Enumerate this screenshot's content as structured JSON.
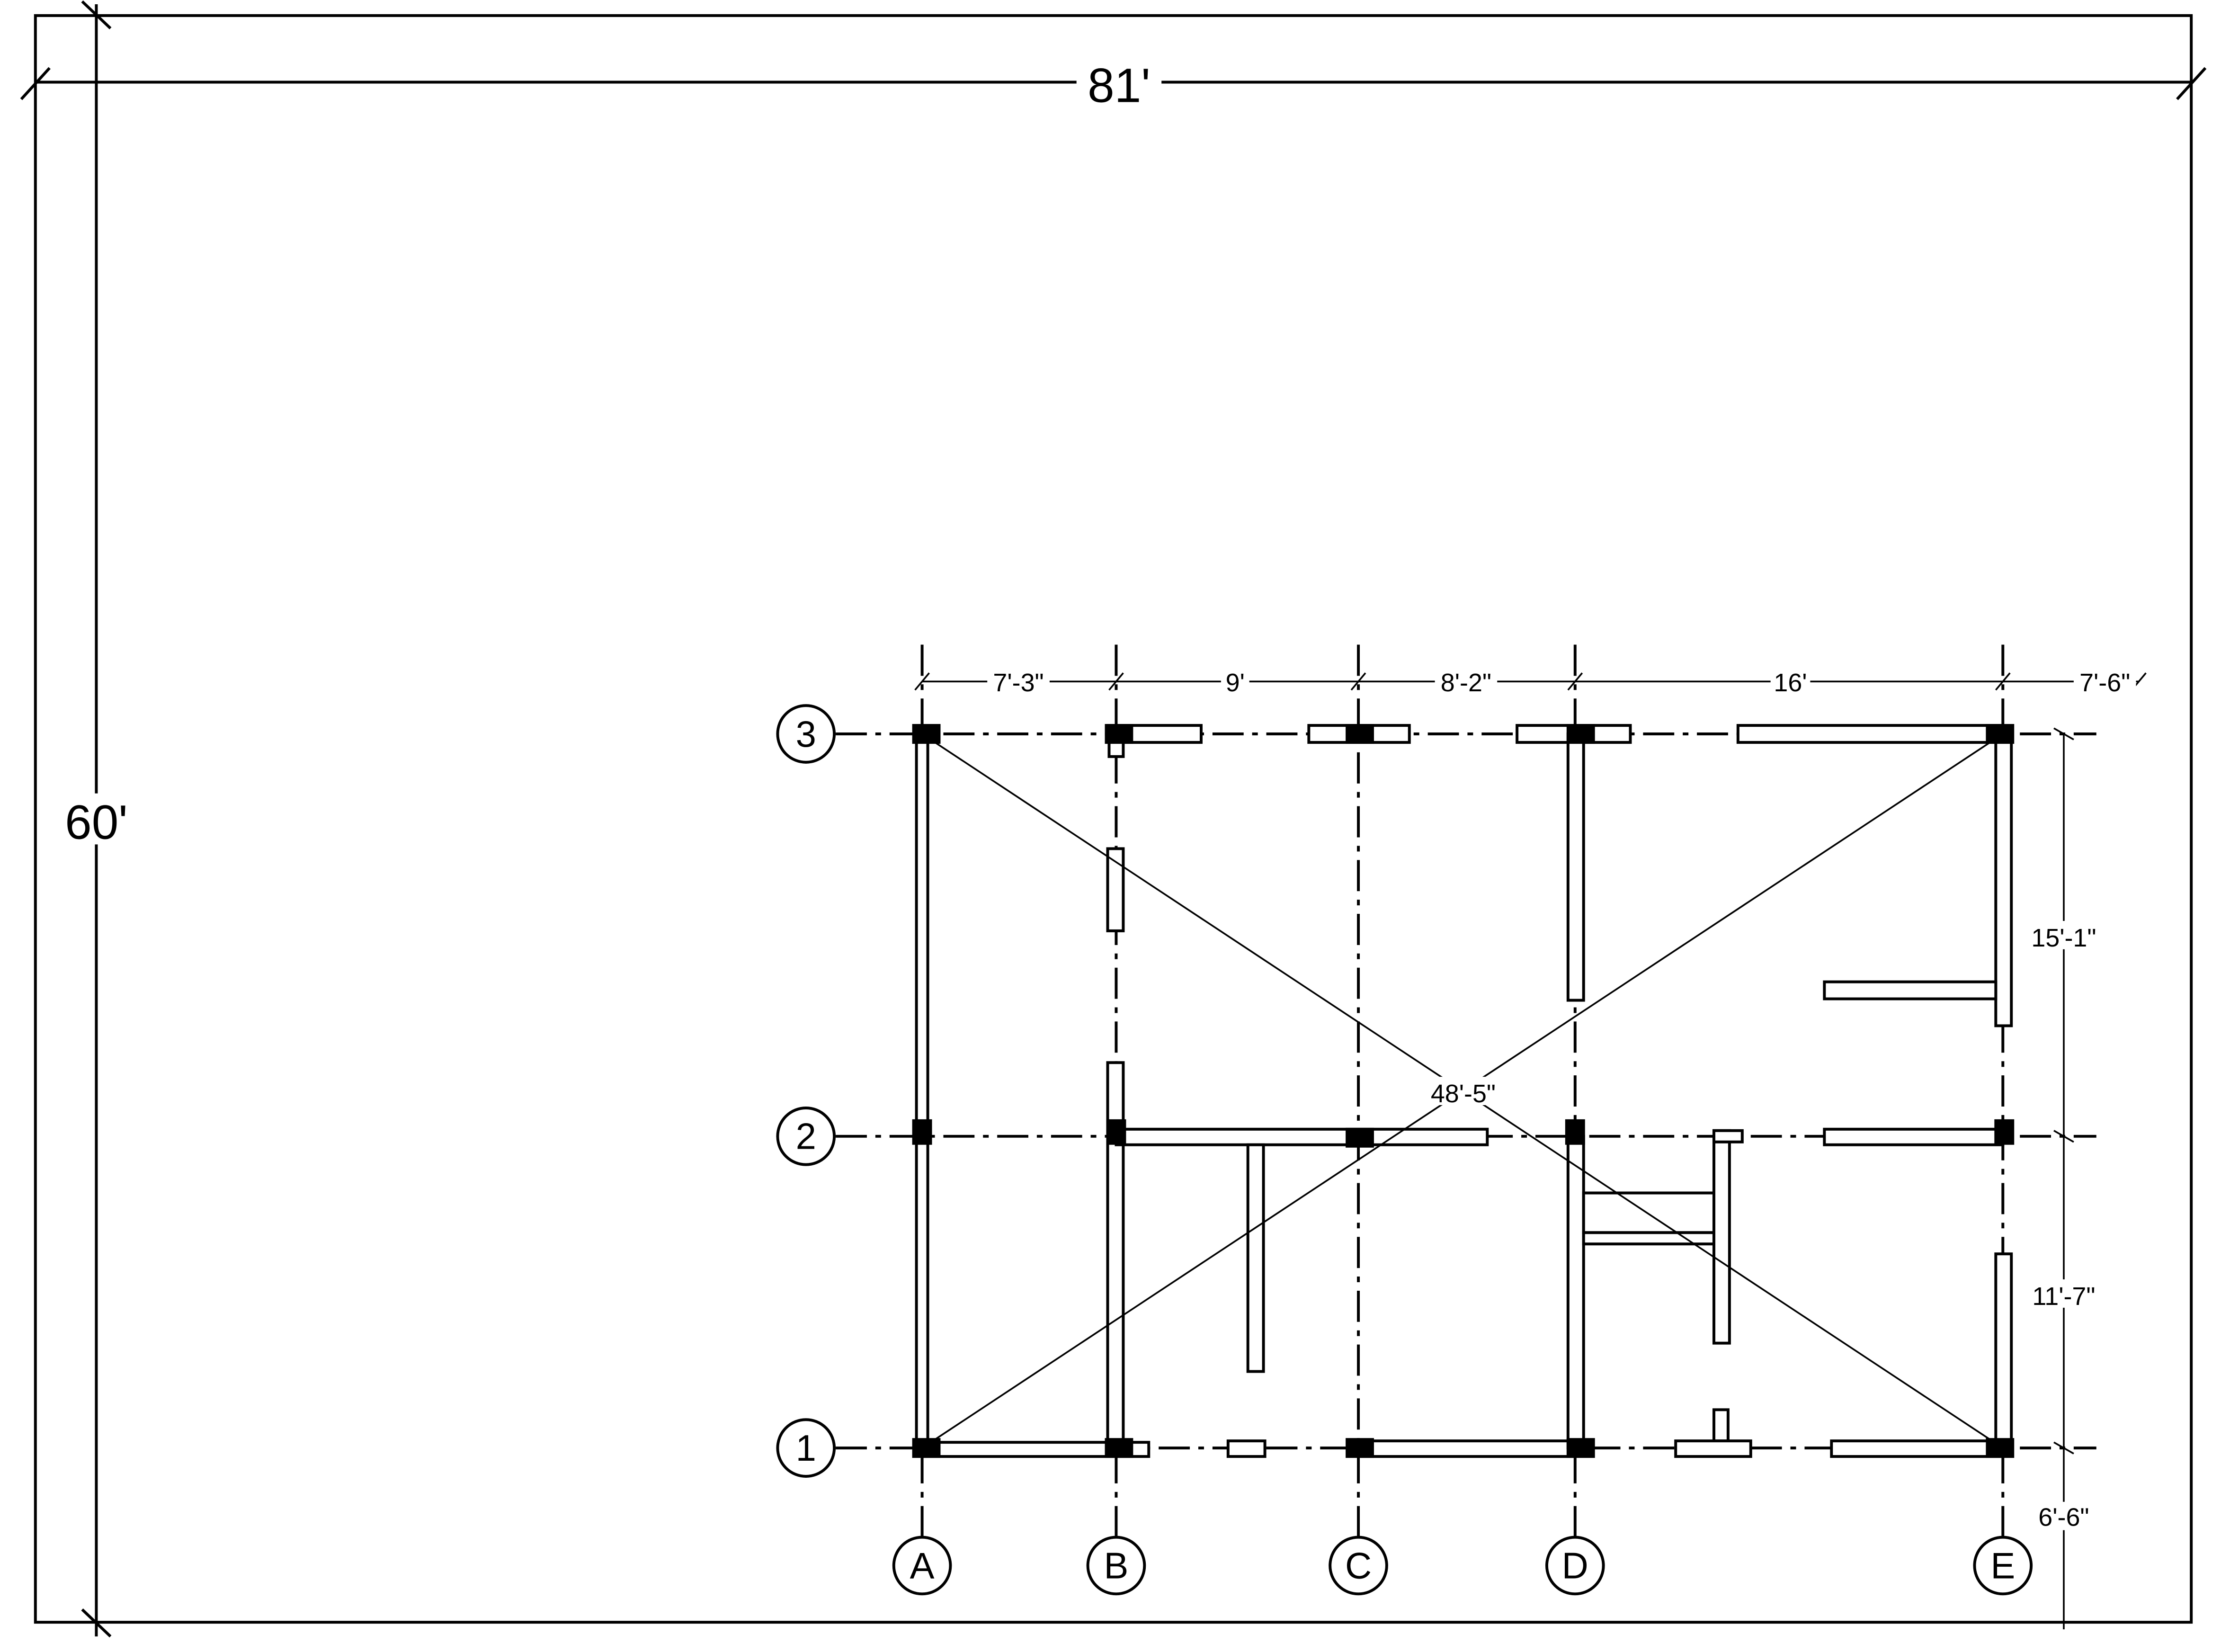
{
  "overall": {
    "width_label": "81'",
    "height_label": "60'"
  },
  "grid_columns": [
    "A",
    "B",
    "C",
    "D",
    "E"
  ],
  "grid_rows": [
    "3",
    "2",
    "1"
  ],
  "top_dimensions": [
    "7'-3\"",
    "9'",
    "8'-2\"",
    "16'",
    "7'-6\""
  ],
  "right_dimensions": [
    "15'-1\"",
    "11'-7\"",
    "6'-6\""
  ],
  "diagonal_label": "48'-5\"",
  "colors": {
    "line": "#000000",
    "background": "#ffffff"
  }
}
